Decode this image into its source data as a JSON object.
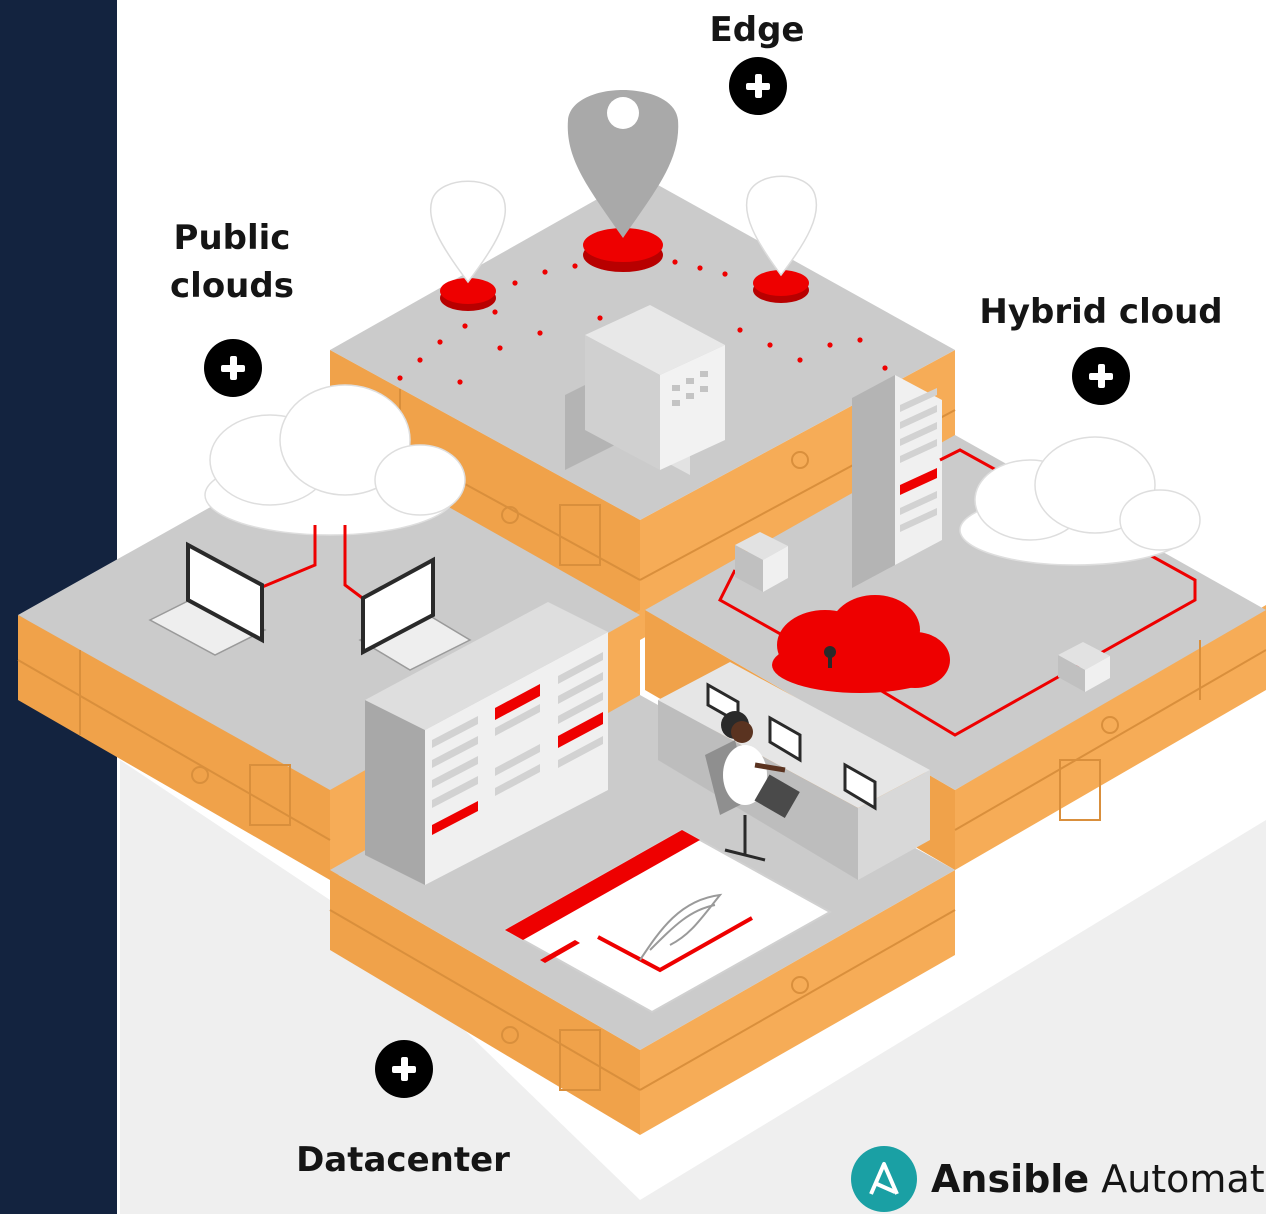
{
  "labels": {
    "edge": "Edge",
    "public_clouds_line1": "Public",
    "public_clouds_line2": "clouds",
    "hybrid_cloud": "Hybrid cloud",
    "datacenter": "Datacenter"
  },
  "brand": {
    "name": "Ansible",
    "suffix": "Automates"
  },
  "icons": {
    "expand": "plus-icon",
    "location": "map-pin-icon",
    "logo": "ansible-logo-icon"
  },
  "colors": {
    "sidebar": "#13233f",
    "accent": "#ee0000",
    "tile_side": "#f6ac57",
    "tile_top": "#c8c8c8",
    "logo": "#1aa0a4"
  }
}
